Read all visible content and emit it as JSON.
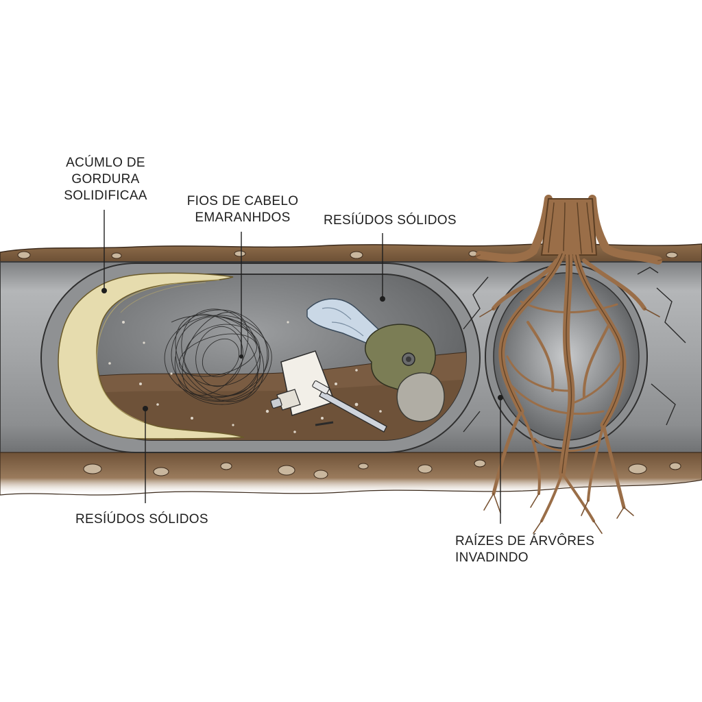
{
  "labels": {
    "grease": {
      "lines": [
        "ACÚMLO DE",
        "GORDURA",
        "SOLIDIFICAA"
      ]
    },
    "hair": {
      "lines": [
        "FIOS DE CABELO",
        "EMARANHDOS"
      ]
    },
    "solids_top": {
      "text": "RESÍÚDOS SÓLIDOS"
    },
    "solids_bottom": {
      "text": "RESÍÚDOS SÓLIDOS"
    },
    "roots": {
      "lines": [
        "RAÍZES DE ÁRVÔRES",
        "INVADINDO"
      ]
    }
  },
  "colors": {
    "pipe": "#9a9c9e",
    "pipe_inner": "#6e7072",
    "soil": "#8a6a4a",
    "grease": "#e6dcae",
    "sediment": "#7c6046",
    "hair": "#222222",
    "root": "#9a6e48",
    "ink": "#1e1e1e"
  }
}
